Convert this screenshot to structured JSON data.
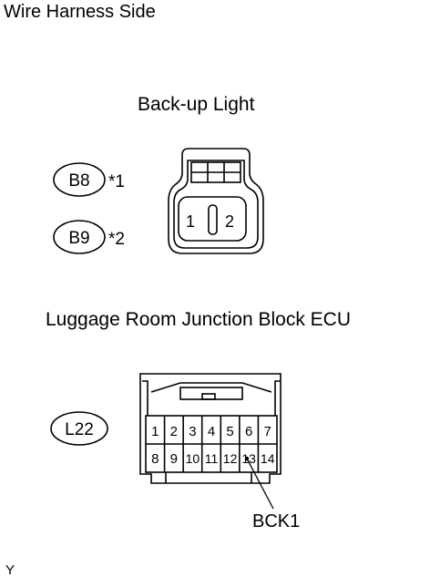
{
  "page_title": "Wire Harness Side",
  "connector_1": {
    "title": "Back-up Light",
    "codes": [
      {
        "code": "B8",
        "note": "*1"
      },
      {
        "code": "B9",
        "note": "*2"
      }
    ],
    "pins": [
      "1",
      "2"
    ]
  },
  "connector_2": {
    "title": "Luggage Room Junction Block ECU",
    "code": "L22",
    "pins_row1": [
      "1",
      "2",
      "3",
      "4",
      "5",
      "6",
      "7"
    ],
    "pins_row2": [
      "8",
      "9",
      "10",
      "11",
      "12",
      "13",
      "14"
    ],
    "callout": "BCK1"
  },
  "corner_code": "Y"
}
